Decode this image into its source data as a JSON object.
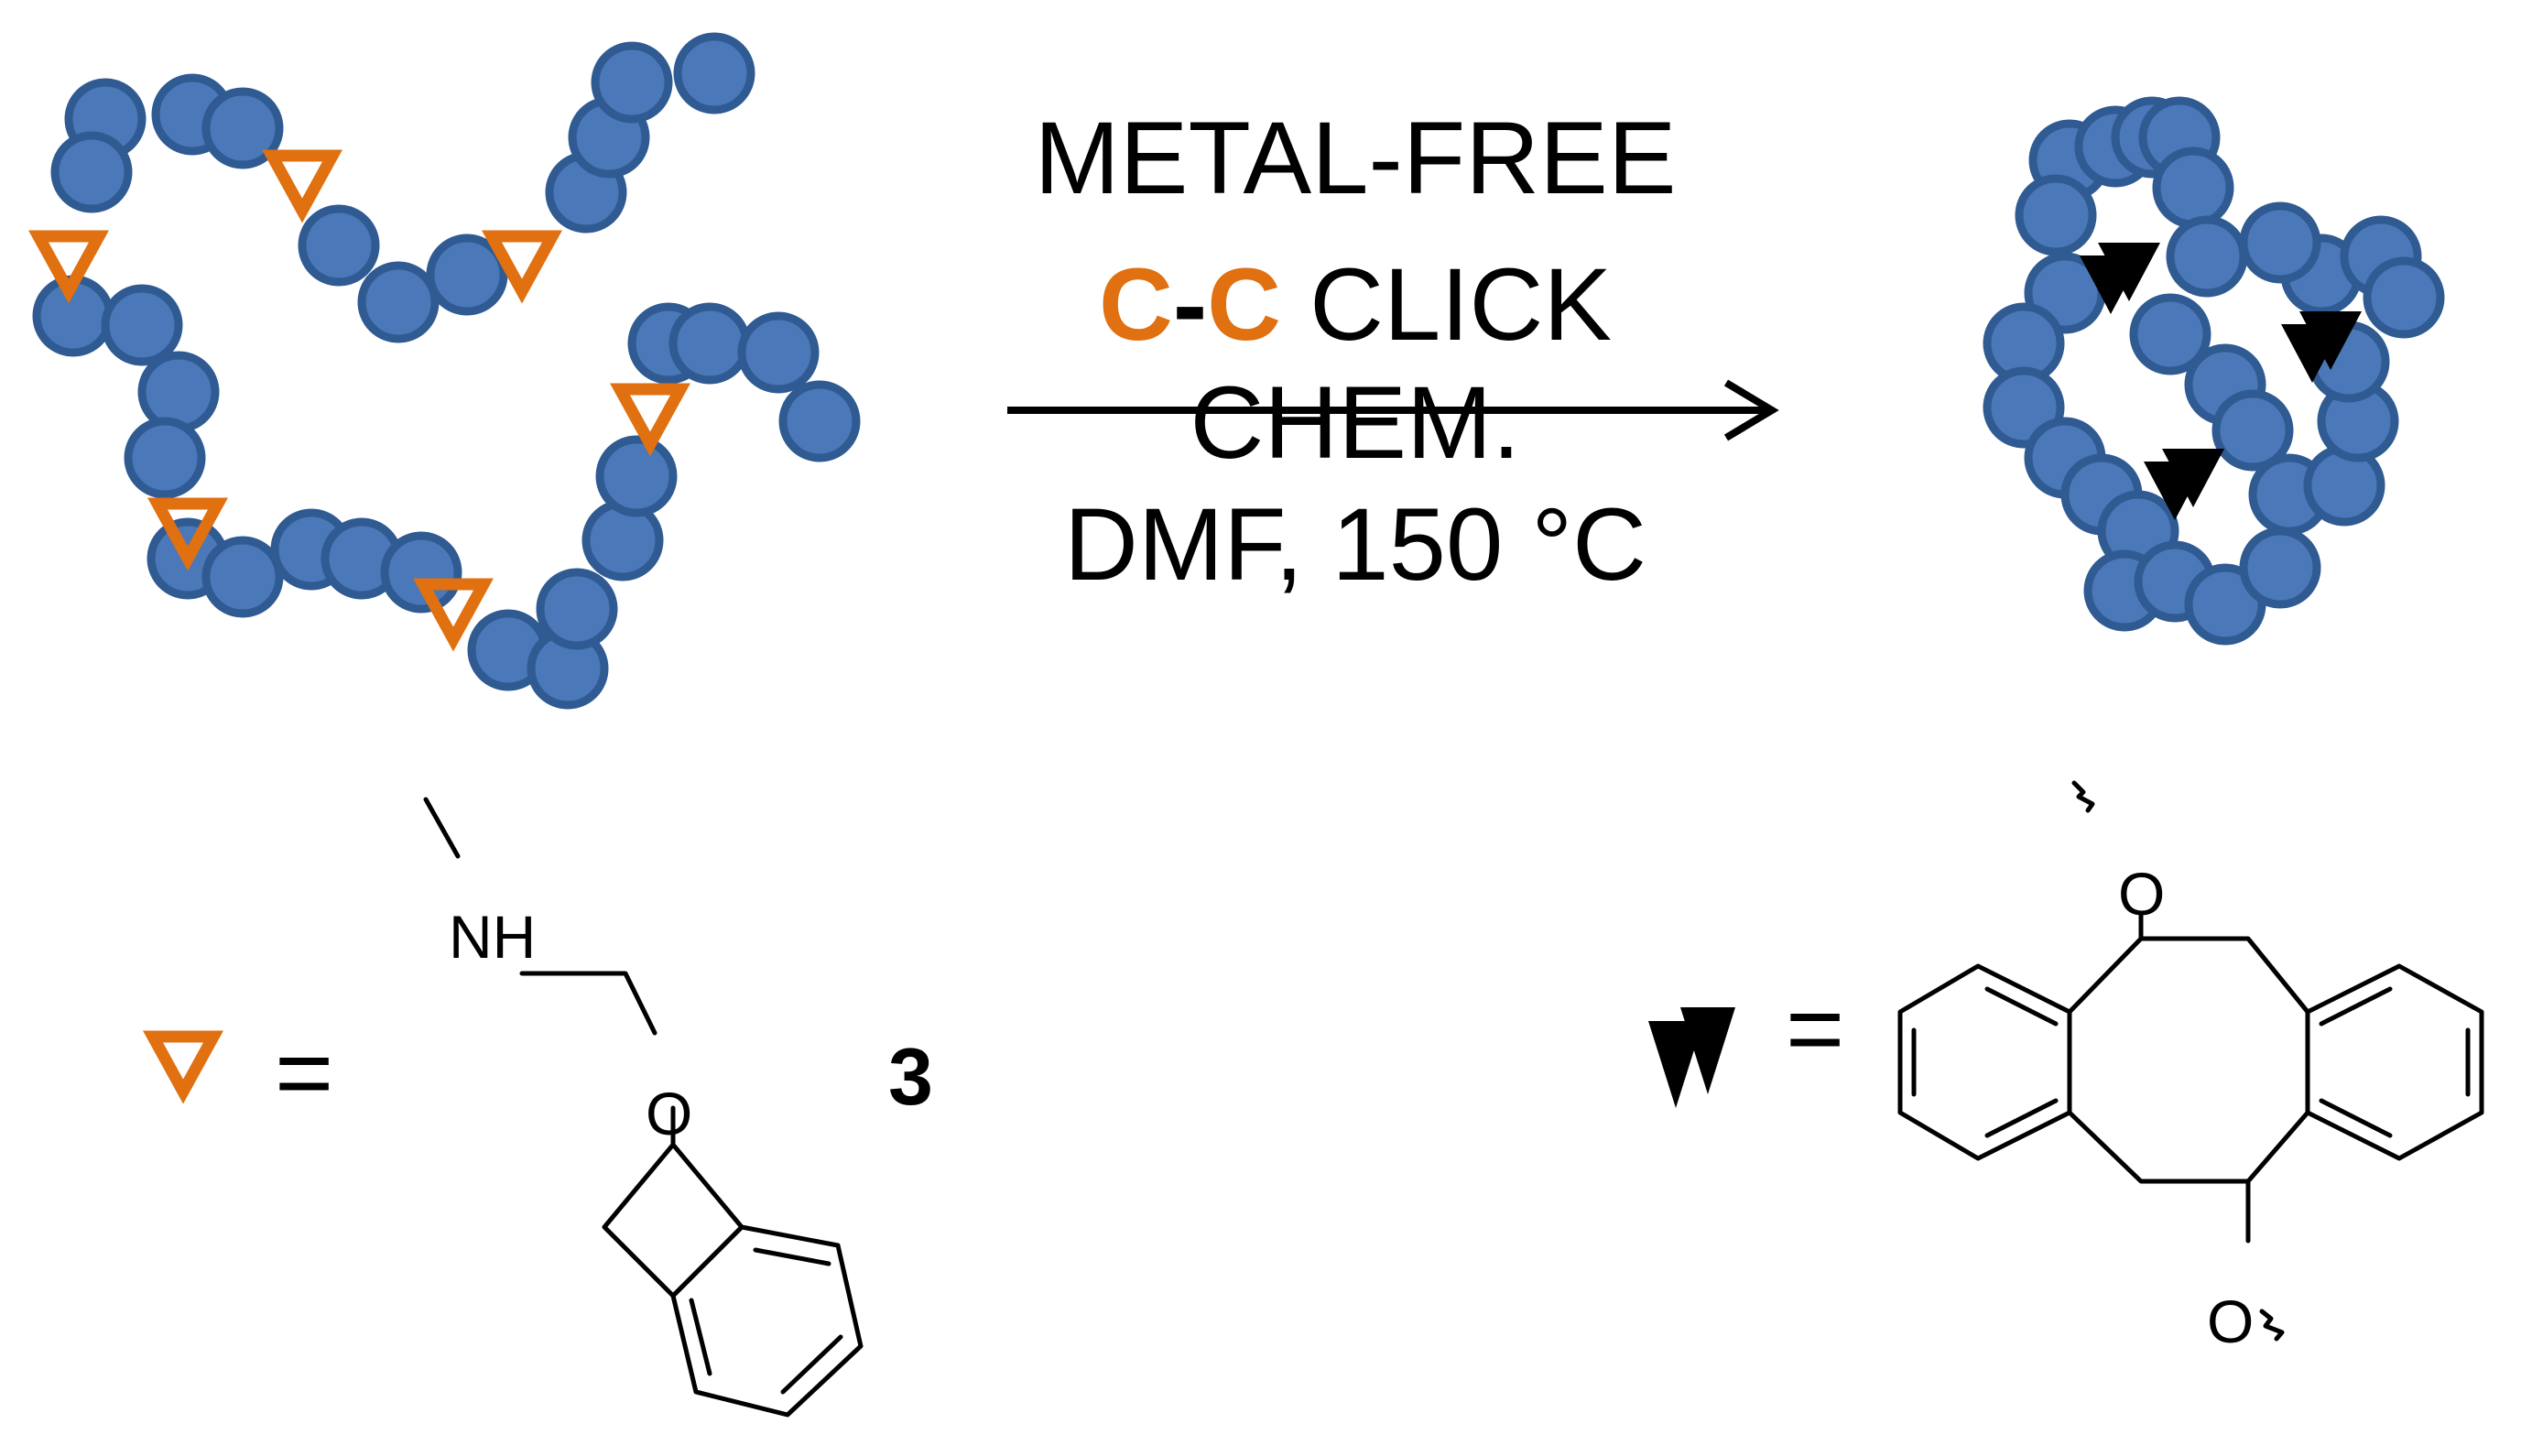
{
  "conditions": {
    "line1": "METAL-FREE",
    "c_left": "C",
    "dash": "-",
    "c_right": "C",
    "line2_rest": " CLICK CHEM.",
    "line3": "DMF, 150 °C"
  },
  "legend": {
    "equals_left": "=",
    "compound_number": "3",
    "equals_right": "="
  },
  "structure_labels": {
    "amine": "NH",
    "oxygen_left": "O",
    "oxygen_top": "O",
    "oxygen_bottom": "O"
  },
  "colors": {
    "bead_fill": "#4a78b8",
    "bead_edge": "#2f5a92",
    "accent_orange": "#e07010",
    "black": "#000000"
  }
}
